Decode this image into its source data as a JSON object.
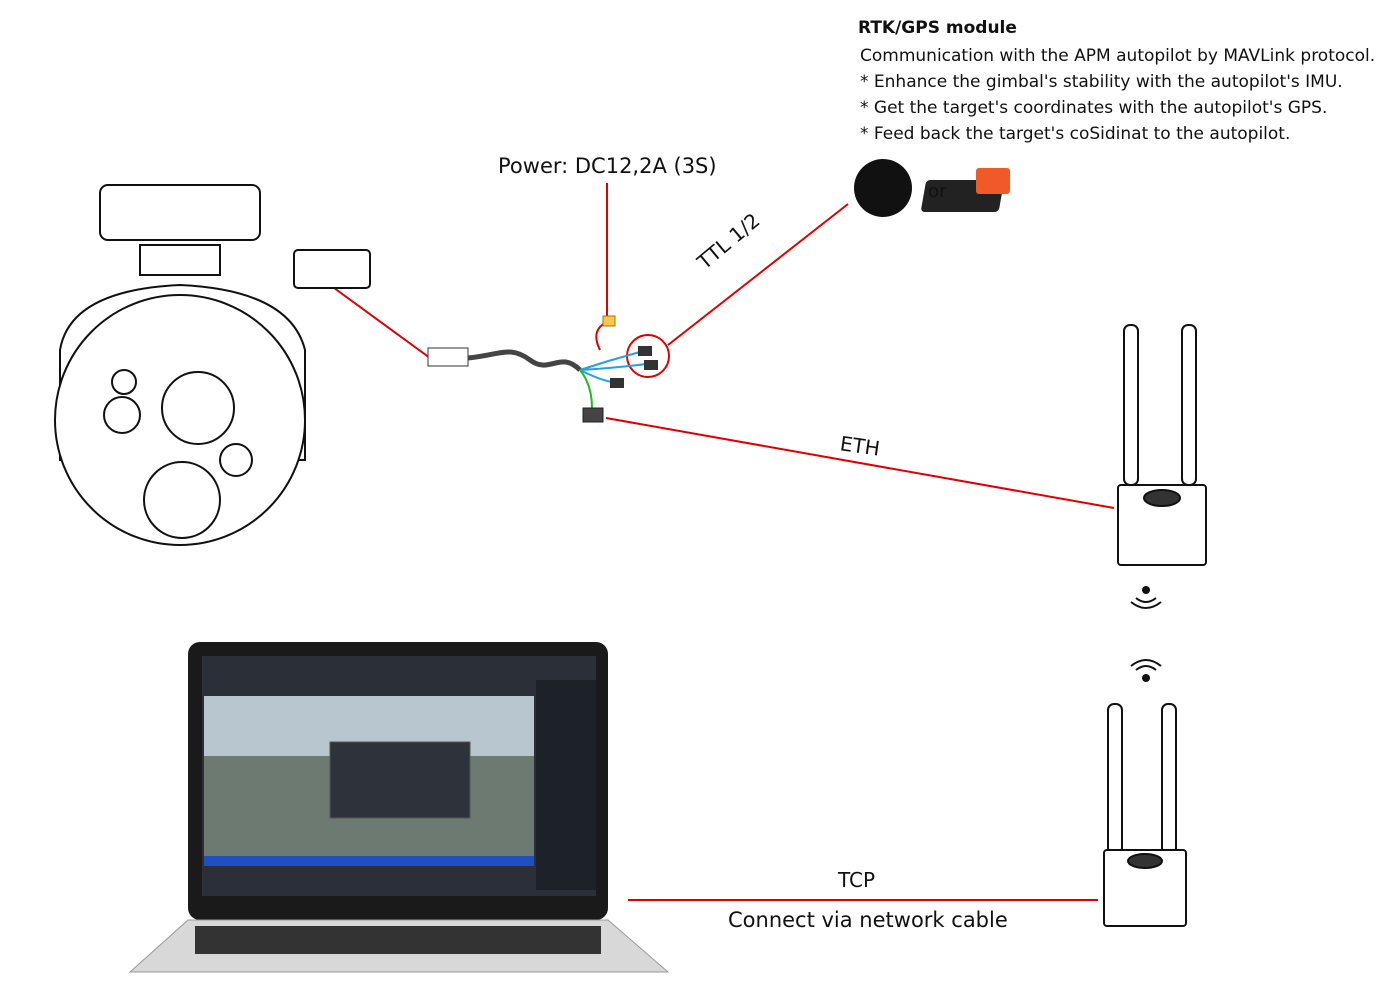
{
  "rtk_module": {
    "title": "RTK/GPS module",
    "lines": [
      "Communication with the APM autopilot by MAVLink protocol.",
      "* Enhance the gimbal's stability with the autopilot's IMU.",
      "* Get the target's coordinates with the autopilot's GPS.",
      "* Feed back the target's coSidinat to the autopilot."
    ],
    "or_label": "or"
  },
  "labels": {
    "power": "Power: DC12,2A (3S)",
    "ttl": "TTL 1/2",
    "eth": "ETH",
    "tcp": "TCP",
    "cable": "Connect via network cable"
  },
  "colors": {
    "link": "#e00000",
    "cable_blue": "#22a0e8",
    "cable_green": "#22bb22"
  }
}
